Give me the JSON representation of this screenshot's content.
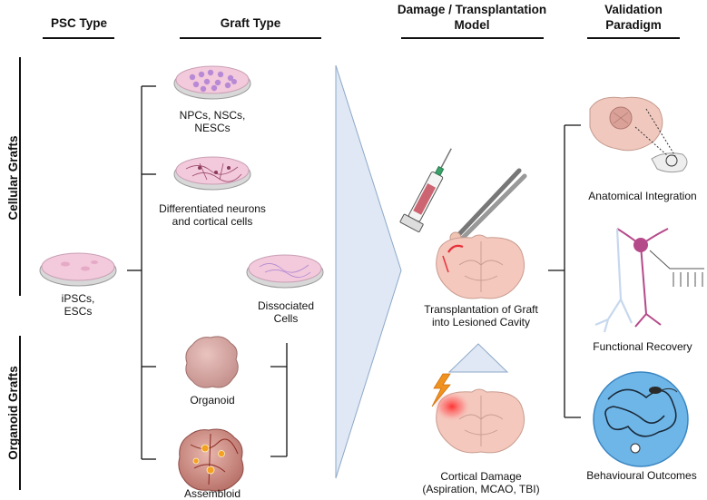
{
  "headers": {
    "psc_type": "PSC Type",
    "graft_type": "Graft Type",
    "damage_line1": "Damage / Transplantation",
    "damage_line2": "Model",
    "validation_line1": "Validation",
    "validation_line2": "Paradigm"
  },
  "side_labels": {
    "cellular": "Cellular Grafts",
    "organoid": "Organoid Grafts"
  },
  "psc": {
    "line1": "iPSCs,",
    "line2": "ESCs"
  },
  "grafts": {
    "npcs_line1": "NPCs, NSCs,",
    "npcs_line2": "NESCs",
    "diff_line1": "Differentiated neurons",
    "diff_line2": "and cortical cells",
    "dissoc_line1": "Dissociated",
    "dissoc_line2": "Cells",
    "organoid": "Organoid",
    "assembloid": "Assembloid"
  },
  "model": {
    "transplant_line1": "Transplantation of Graft",
    "transplant_line2": "into Lesioned Cavity",
    "damage_line1": "Cortical Damage",
    "damage_line2": "(Aspiration, MCAO, TBI)"
  },
  "validation": {
    "anatomical": "Anatomical Integration",
    "functional": "Functional Recovery",
    "behavioural": "Behavioural Outcomes"
  },
  "colors": {
    "dish_fill": "#f3c9dc",
    "tissue_fill": "#f4c8bd",
    "arrow_fill": "#dfe8f4",
    "maze_fill": "#6fb6e8",
    "lesion_red": "#e8303a",
    "bolt_orange": "#f0921e"
  }
}
